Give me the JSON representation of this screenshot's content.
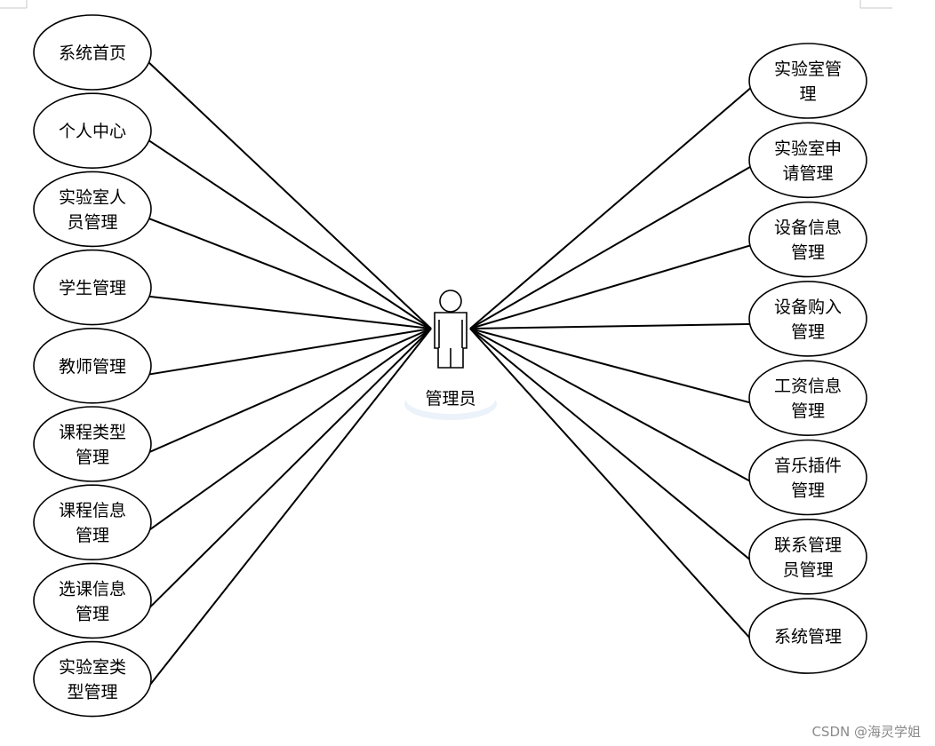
{
  "actor": {
    "label": "管理员",
    "icon": "person-icon"
  },
  "left_use_cases": [
    {
      "id": "uc-system-home",
      "lines": [
        "系统首页"
      ]
    },
    {
      "id": "uc-personal-center",
      "lines": [
        "个人中心"
      ]
    },
    {
      "id": "uc-lab-staff-management",
      "lines": [
        "实验室人",
        "员管理"
      ]
    },
    {
      "id": "uc-student-management",
      "lines": [
        "学生管理"
      ]
    },
    {
      "id": "uc-teacher-management",
      "lines": [
        "教师管理"
      ]
    },
    {
      "id": "uc-course-type-management",
      "lines": [
        "课程类型",
        "管理"
      ]
    },
    {
      "id": "uc-course-info-management",
      "lines": [
        "课程信息",
        "管理"
      ]
    },
    {
      "id": "uc-course-selection-management",
      "lines": [
        "选课信息",
        "管理"
      ]
    },
    {
      "id": "uc-lab-type-management",
      "lines": [
        "实验室类",
        "型管理"
      ]
    }
  ],
  "right_use_cases": [
    {
      "id": "uc-lab-management",
      "lines": [
        "实验室管",
        "理"
      ]
    },
    {
      "id": "uc-lab-application-management",
      "lines": [
        "实验室申",
        "请管理"
      ]
    },
    {
      "id": "uc-equipment-info-management",
      "lines": [
        "设备信息",
        "管理"
      ]
    },
    {
      "id": "uc-equipment-purchase-management",
      "lines": [
        "设备购入",
        "管理"
      ]
    },
    {
      "id": "uc-salary-info-management",
      "lines": [
        "工资信息",
        "管理"
      ]
    },
    {
      "id": "uc-music-plugin-management",
      "lines": [
        "音乐插件",
        "管理"
      ]
    },
    {
      "id": "uc-contact-admin-management",
      "lines": [
        "联系管理",
        "员管理"
      ]
    },
    {
      "id": "uc-system-management",
      "lines": [
        "系统管理"
      ]
    }
  ],
  "watermark": "CSDN @海灵学姐",
  "colors": {
    "stroke": "#000000",
    "fill": "#ffffff",
    "actor_glow": "#dbe8f5",
    "corner_marks": "#c8c8c8",
    "watermark": "#8a8a8a"
  }
}
